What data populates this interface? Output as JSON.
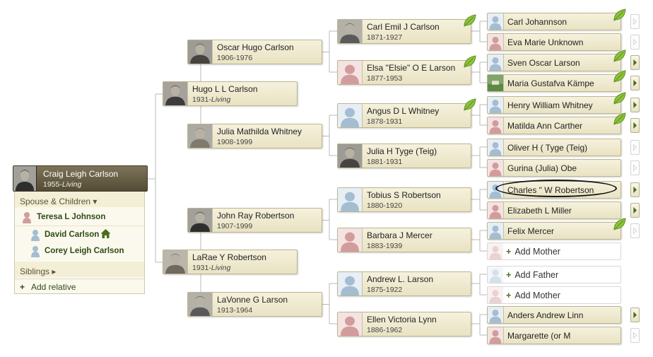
{
  "root": {
    "name": "Craig Leigh Carlson",
    "birth": "1955-",
    "living": "Living"
  },
  "panel": {
    "spouse_label": "Spouse & Children ▾",
    "spouse": "Teresa L Johnson",
    "children": [
      "David Carlson",
      "Corey Leigh Carlson"
    ],
    "siblings_label": "Siblings ▸",
    "add_relative_plus": "+",
    "add_relative": "Add relative"
  },
  "gen1": [
    {
      "name": "Hugo L L Carlson",
      "birth": "1931-",
      "living": "Living",
      "gender": "male",
      "photo": true
    },
    {
      "name": "LaRae Y Robertson",
      "birth": "1931-",
      "living": "Living",
      "gender": "female",
      "photo": true
    }
  ],
  "gen2": [
    {
      "name": "Oscar Hugo Carlson",
      "dates": "1906-1976",
      "gender": "male",
      "photo": true
    },
    {
      "name": "Julia Mathilda Whitney",
      "dates": "1908-1999",
      "gender": "female",
      "photo": true
    },
    {
      "name": "John Ray Robertson",
      "dates": "1907-1999",
      "gender": "male",
      "photo": true
    },
    {
      "name": "LaVonne G Larson",
      "dates": "1913-1964",
      "gender": "female",
      "photo": true
    }
  ],
  "gen3": [
    {
      "name": "Carl Emil J Carlson",
      "dates": "1871-1927",
      "gender": "male",
      "photo": true,
      "hint": true
    },
    {
      "name": "Elsa \"Elsie\" O E Larson",
      "dates": "1877-1953",
      "gender": "female",
      "photo": false,
      "hint": true
    },
    {
      "name": "Angus D L Whitney",
      "dates": "1878-1931",
      "gender": "male",
      "photo": false,
      "hint": true
    },
    {
      "name": "Julia H Tyge (Teig)",
      "dates": "1881-1931",
      "gender": "female",
      "photo": true,
      "hint": false
    },
    {
      "name": "Tobius S Robertson",
      "dates": "1880-1920",
      "gender": "male",
      "photo": false,
      "hint": false
    },
    {
      "name": "Barbara J Mercer",
      "dates": "1883-1939",
      "gender": "female",
      "photo": false,
      "hint": false
    },
    {
      "name": "Andrew L. Larson",
      "dates": "1875-1922",
      "gender": "male",
      "photo": false,
      "hint": false
    },
    {
      "name": "Ellen Victoria Lynn",
      "dates": "1886-1962",
      "gender": "female",
      "photo": false,
      "hint": false
    }
  ],
  "gen4": [
    {
      "name": "Carl Johannson",
      "gender": "male",
      "hint": true,
      "arrow": "dim"
    },
    {
      "name": "Eva Marie Unknown",
      "gender": "female",
      "hint": false,
      "arrow": "dim"
    },
    {
      "name": "Sven Oscar Larson",
      "gender": "male",
      "hint": true,
      "arrow": "active"
    },
    {
      "name": "Maria Gustafva Kämpe",
      "gender": "female",
      "hint": true,
      "arrow": "active",
      "photo": true
    },
    {
      "name": "Henry William Whitney",
      "gender": "male",
      "hint": true,
      "arrow": "active"
    },
    {
      "name": "Matilda Ann Carther",
      "gender": "female",
      "hint": true,
      "arrow": "active"
    },
    {
      "name": "Oliver H ( Tyge (Teig)",
      "gender": "male",
      "hint": false,
      "arrow": "dim"
    },
    {
      "name": "Gurina (Julia) Obe",
      "gender": "female",
      "hint": false,
      "arrow": "dim"
    },
    {
      "name": "Charles \" W Robertson",
      "gender": "male",
      "hint": false,
      "arrow": "active",
      "circled": true
    },
    {
      "name": "Elizabeth L Miller",
      "gender": "female",
      "hint": false,
      "arrow": "active"
    },
    {
      "name": "Felix Mercer",
      "gender": "male",
      "hint": true,
      "arrow": "dim"
    },
    {
      "name": "Add Mother",
      "gender": "female",
      "empty": true,
      "plus": "+"
    },
    {
      "name": "Add Father",
      "gender": "male",
      "empty": true,
      "plus": "+"
    },
    {
      "name": "Add Mother",
      "gender": "female",
      "empty": true,
      "plus": "+"
    },
    {
      "name": "Anders Andrew Linn",
      "gender": "male",
      "hint": false,
      "arrow": "active"
    },
    {
      "name": "Margarette (or M",
      "gender": "female",
      "hint": false,
      "arrow": "dim"
    }
  ],
  "colors": {
    "male_silhouette": "#a4bdd1",
    "female_silhouette": "#d39c9c",
    "card_bg": "#efeacf",
    "root_bg": "#6b624a",
    "accent_green": "#4a6e1c",
    "leaf_green": "#8cc43c"
  },
  "icons": {
    "hint": "leaf-hint-icon",
    "arrow": "right-arrow-icon",
    "home": "home-icon",
    "person": "person-silhouette-icon"
  }
}
